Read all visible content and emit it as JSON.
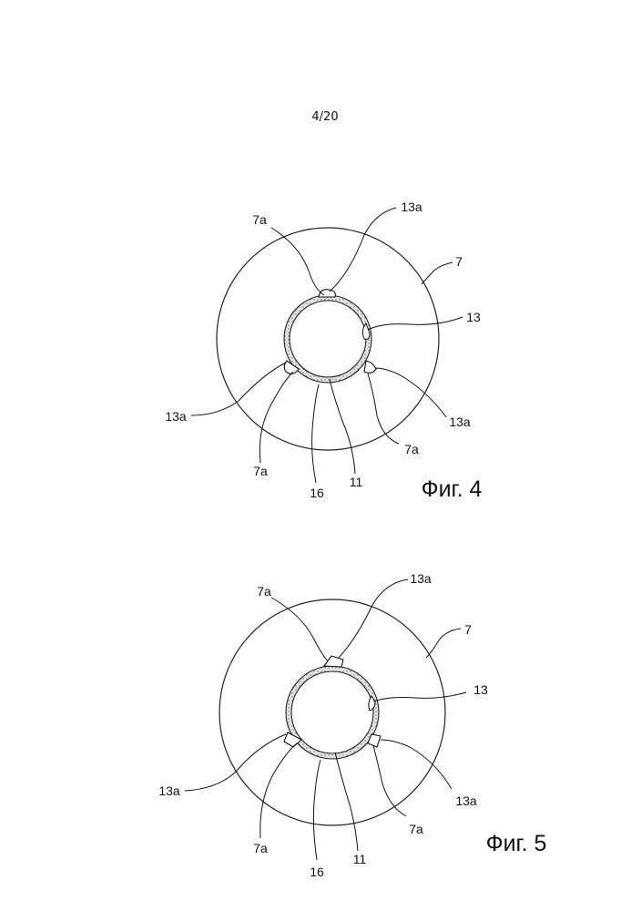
{
  "page_number": "4/20",
  "figures": [
    {
      "caption": "Фиг. 4",
      "labels": {
        "top_13a": "13a",
        "top_7a": "7a",
        "disc_7": "7",
        "recess_13": "13",
        "left_13a": "13a",
        "right_13a": "13a",
        "right_7a": "7a",
        "left_7a": "7a",
        "layer_16": "16",
        "pipe_11": "11"
      }
    },
    {
      "caption": "Фиг. 5",
      "labels": {
        "top_13a": "13a",
        "top_7a": "7a",
        "disc_7": "7",
        "recess_13": "13",
        "left_13a": "13a",
        "right_13a": "13a",
        "right_7a": "7a",
        "left_7a": "7a",
        "layer_16": "16",
        "pipe_11": "11"
      }
    }
  ]
}
